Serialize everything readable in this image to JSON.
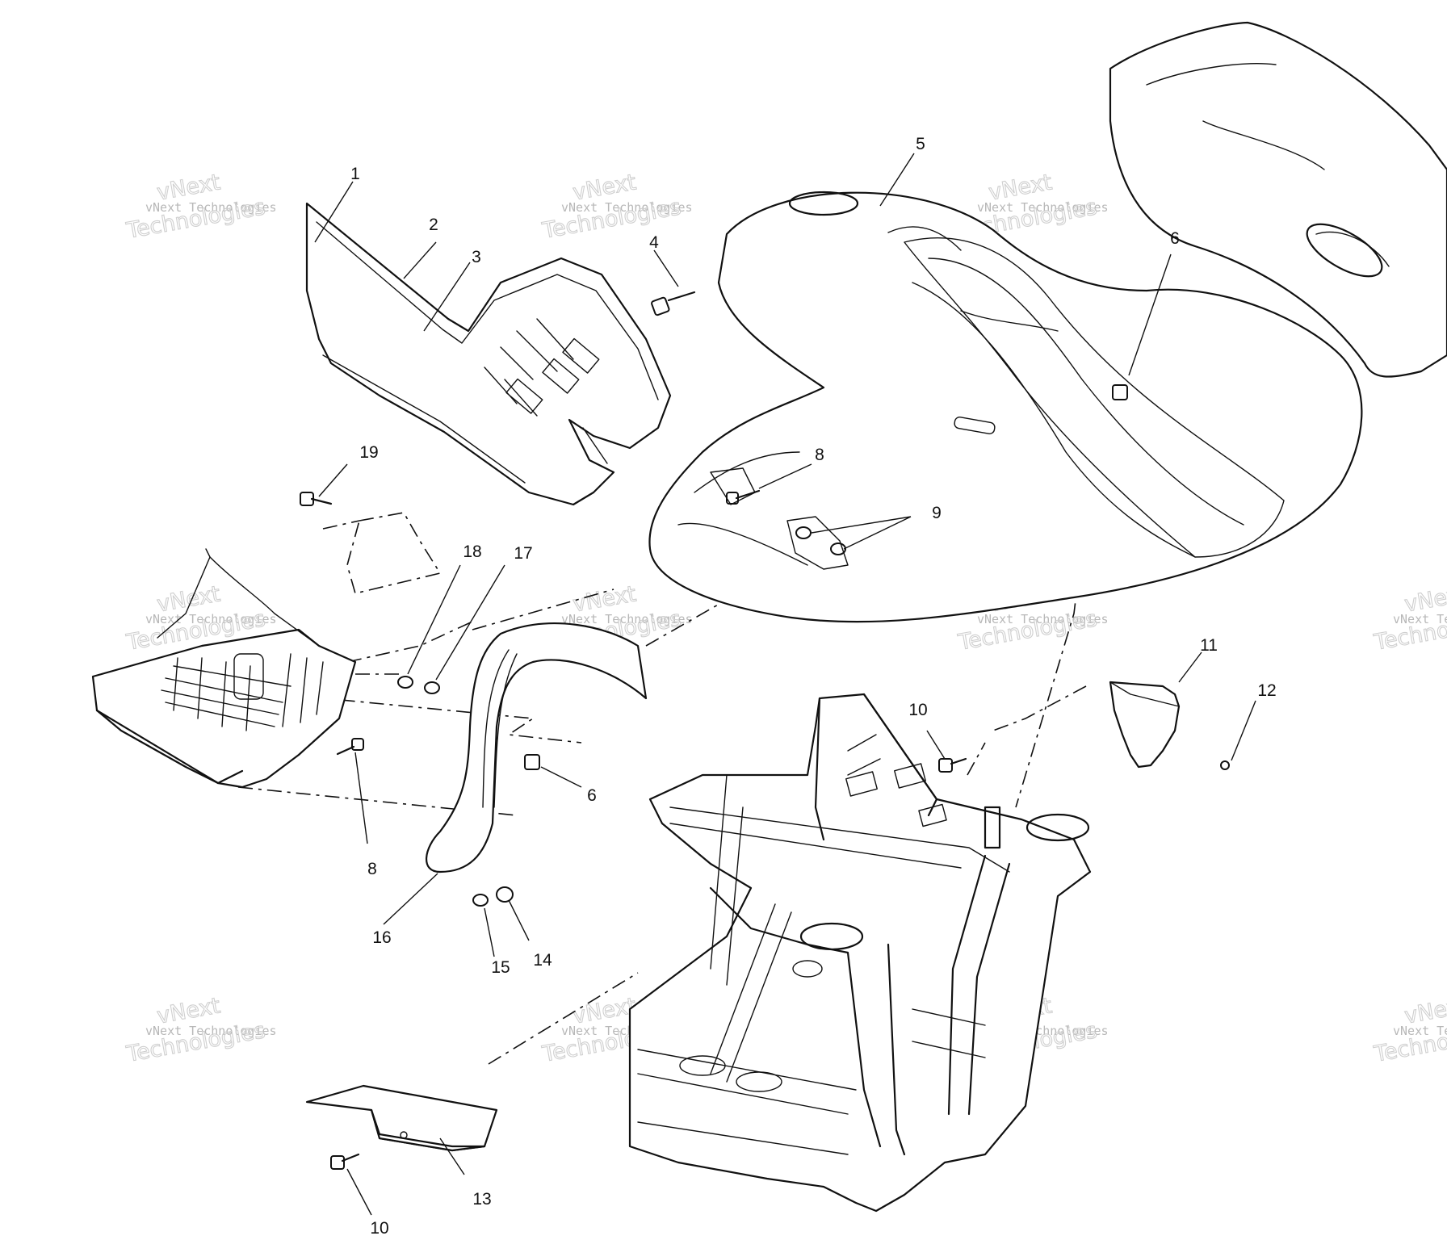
{
  "watermark": {
    "line_small": "vNext Technologies",
    "line_top": "vNext",
    "line_bottom": "Technologies"
  },
  "callouts": [
    {
      "label": "1",
      "part": "side-panel"
    },
    {
      "label": "2",
      "part": "side-panel-edge"
    },
    {
      "label": "3",
      "part": "side-panel-cover"
    },
    {
      "label": "4",
      "part": "bolt"
    },
    {
      "label": "5",
      "part": "rear-fender"
    },
    {
      "label": "6",
      "part": "nut-clip"
    },
    {
      "label": "8",
      "part": "screw"
    },
    {
      "label": "9",
      "part": "grommet"
    },
    {
      "label": "19",
      "part": "bolt"
    },
    {
      "label": "18",
      "part": "nut"
    },
    {
      "label": "17",
      "part": "nut"
    },
    {
      "label": "11",
      "part": "bracket"
    },
    {
      "label": "12",
      "part": "screw"
    },
    {
      "label": "10",
      "part": "bolt"
    },
    {
      "label": "6",
      "part": "nut-clip"
    },
    {
      "label": "8",
      "part": "screw"
    },
    {
      "label": "16",
      "part": "mud-flap"
    },
    {
      "label": "15",
      "part": "nut"
    },
    {
      "label": "14",
      "part": "washer"
    },
    {
      "label": "10",
      "part": "bolt"
    },
    {
      "label": "13",
      "part": "heat-shield"
    }
  ]
}
